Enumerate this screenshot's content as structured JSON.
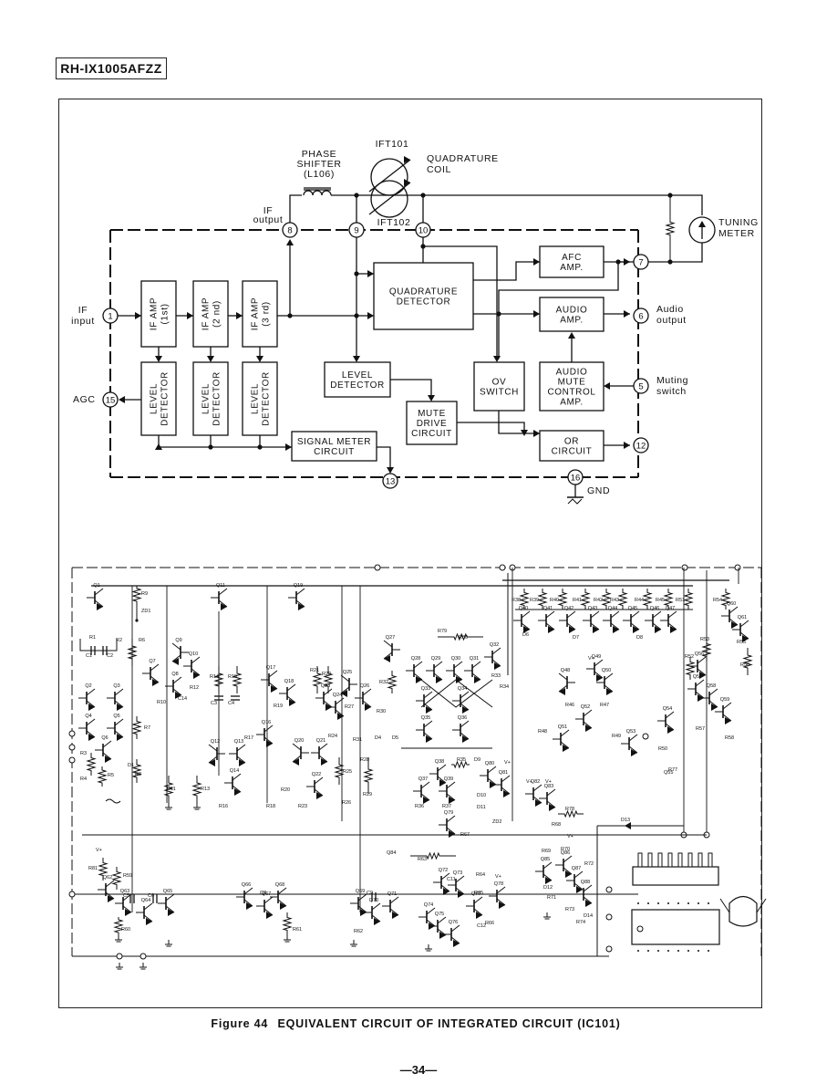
{
  "header": {
    "model": "RH-IX1005AFZZ"
  },
  "block_diagram": {
    "phase_shifter": [
      "PHASE",
      "SHIFTER",
      "(L106)"
    ],
    "ift101": "IFT101",
    "ift102": "IFT102",
    "quadrature_coil": [
      "QUADRATURE",
      "COIL"
    ],
    "tuning_meter": [
      "TUNING",
      "METER"
    ],
    "if_output": [
      "IF",
      "output"
    ],
    "if_input": [
      "IF",
      "input"
    ],
    "agc": "AGC",
    "gnd": "GND",
    "audio_output": [
      "Audio",
      "output"
    ],
    "muting_switch": [
      "Muting",
      "switch"
    ],
    "blocks": {
      "if_amp_1": [
        "IF AMP",
        "(1st)"
      ],
      "if_amp_2": [
        "IF AMP",
        "(2 nd)"
      ],
      "if_amp_3": [
        "IF AMP",
        "(3 rd)"
      ],
      "level_det_1": [
        "LEVEL",
        "DETECTOR"
      ],
      "level_det_2": [
        "LEVEL",
        "DETECTOR"
      ],
      "level_det_3": [
        "LEVEL",
        "DETECTOR"
      ],
      "quadrature_detector": [
        "QUADRATURE",
        "DETECTOR"
      ],
      "afc_amp": [
        "AFC",
        "AMP."
      ],
      "audio_amp": [
        "AUDIO",
        "AMP."
      ],
      "level_detector": [
        "LEVEL",
        "DETECTOR"
      ],
      "mute_drive": [
        "MUTE",
        "DRIVE",
        "CIRCUIT"
      ],
      "ov_switch": [
        "OV",
        "SWITCH"
      ],
      "audio_mute": [
        "AUDIO",
        "MUTE",
        "CONTROL",
        "AMP."
      ],
      "signal_meter": [
        "SIGNAL METER",
        "CIRCUIT"
      ],
      "or_circuit": [
        "OR",
        "CIRCUIT"
      ]
    },
    "pins": {
      "p1": "1",
      "p5": "5",
      "p6": "6",
      "p7": "7",
      "p8": "8",
      "p9": "9",
      "p10": "10",
      "p12": "12",
      "p13": "13",
      "p15": "15",
      "p16": "16"
    }
  },
  "schematic": {
    "labels": {
      "q1": "Q1",
      "q11": "Q11",
      "q19": "Q19",
      "r9": "R9",
      "zd1": "ZD1",
      "r1": "R1",
      "r2": "R2",
      "c1": "C1",
      "c2": "C2",
      "r6": "R6",
      "q7": "Q7",
      "q8": "Q8",
      "q9": "Q9",
      "q10": "Q10",
      "q2": "Q2",
      "q3": "Q3",
      "q4": "Q4",
      "q5": "Q5",
      "q6": "Q6",
      "r7": "R7",
      "r3": "R3",
      "r4": "R4",
      "r5": "R5",
      "r8": "R8",
      "d1": "D1",
      "r10": "R10",
      "r12": "R12",
      "c14": "C14",
      "r14": "R14",
      "r15": "R15",
      "c3": "C3",
      "c4": "C4",
      "q12": "Q12",
      "q13": "Q13",
      "q14": "Q14",
      "r11": "R11",
      "r13": "R13",
      "r16": "R16",
      "q17": "Q17",
      "q18": "Q18",
      "r19": "R19",
      "q16": "Q16",
      "r17": "R17",
      "r18": "R18",
      "q20": "Q20",
      "q21": "Q21",
      "q22": "Q22",
      "r20": "R20",
      "r21": "R21",
      "r22": "R22",
      "r23": "R23",
      "q23": "Q23",
      "q24": "Q24",
      "q25": "Q25",
      "q26": "Q26",
      "r24": "R24",
      "r25": "R25",
      "r26": "R26",
      "r27": "R27",
      "r28": "R28",
      "r29": "R29",
      "r30": "R30",
      "r31": "R31",
      "d4": "D4",
      "d5": "D5",
      "q27": "Q27",
      "q28": "Q28",
      "q29": "Q29",
      "q30": "Q30",
      "q31": "Q31",
      "q32": "Q32",
      "r32": "R32",
      "r33": "R33",
      "r34": "R34",
      "r79": "R79",
      "r80": "R80",
      "q33": "Q33",
      "q34": "Q34",
      "q35": "Q35",
      "q36": "Q36",
      "r35": "R35",
      "d9": "D9",
      "q80": "Q80",
      "q81": "Q81",
      "q38": "Q38",
      "q37": "Q37",
      "q39": "Q39",
      "r36": "R36",
      "r37": "R37",
      "d10": "D10",
      "d11": "D11",
      "zd2": "ZD2",
      "q79": "Q79",
      "r67": "R67",
      "q82": "Q82",
      "q83": "Q83",
      "r78": "R78",
      "r68": "R68",
      "d13": "D13",
      "vplus": "V+",
      "r38": "R38",
      "r39": "R39",
      "r40": "R40",
      "r41": "R41",
      "r42": "R42",
      "r43": "R43",
      "r44": "R44",
      "r45": "R45",
      "r51": "R51",
      "r54": "R54",
      "q40": "Q40",
      "q41": "Q41",
      "q42": "Q42",
      "q43": "Q43",
      "q44": "Q44",
      "q45": "Q45",
      "q46": "Q46",
      "q47": "Q47",
      "d6": "D6",
      "d7": "D7",
      "d8": "D8",
      "q60": "Q60",
      "q61": "Q61",
      "r53": "R53",
      "r55": "R55",
      "r56": "R56",
      "r52": "R52",
      "q56": "Q56",
      "q57": "Q57",
      "q58": "Q58",
      "q59": "Q59",
      "r57": "R57",
      "r58": "R58",
      "q48": "Q48",
      "q49": "Q49",
      "q50": "Q50",
      "r46": "R46",
      "r47": "R47",
      "q52": "Q52",
      "r48": "R48",
      "r49": "R49",
      "q51": "Q51",
      "q53": "Q53",
      "q54": "Q54",
      "r50": "R50",
      "q55": "Q55",
      "r77": "R77",
      "r81": "R81",
      "r59": "R59",
      "c5": "C5",
      "c6": "C6",
      "q62": "Q62",
      "q63": "Q63",
      "q64": "Q64",
      "q65": "Q65",
      "r60": "R60",
      "q66": "Q66",
      "c8": "C8",
      "q67": "Q67",
      "q68": "Q68",
      "r61": "R61",
      "r63": "R63",
      "q84": "Q84",
      "c9": "C9",
      "q69": "Q69",
      "q70": "Q70",
      "q71": "Q71",
      "r62": "R62",
      "q72": "Q72",
      "c11": "C11",
      "r64": "R64",
      "r65": "R65",
      "q73": "Q73",
      "q74": "Q74",
      "q75": "Q75",
      "q76": "Q76",
      "q77": "Q77",
      "q78": "Q78",
      "r66": "R66",
      "c12": "C12",
      "r69": "R69",
      "r70": "R70",
      "q85": "Q85",
      "q86": "Q86",
      "q87": "Q87",
      "q88": "Q88",
      "r71": "R71",
      "r72": "R72",
      "r73": "R73",
      "r74": "R74",
      "d12": "D12",
      "d14": "D14"
    }
  },
  "caption": {
    "figure": "Figure 44",
    "title": "EQUIVALENT CIRCUIT OF INTEGRATED CIRCUIT (IC101)"
  },
  "page_number": "—34—"
}
